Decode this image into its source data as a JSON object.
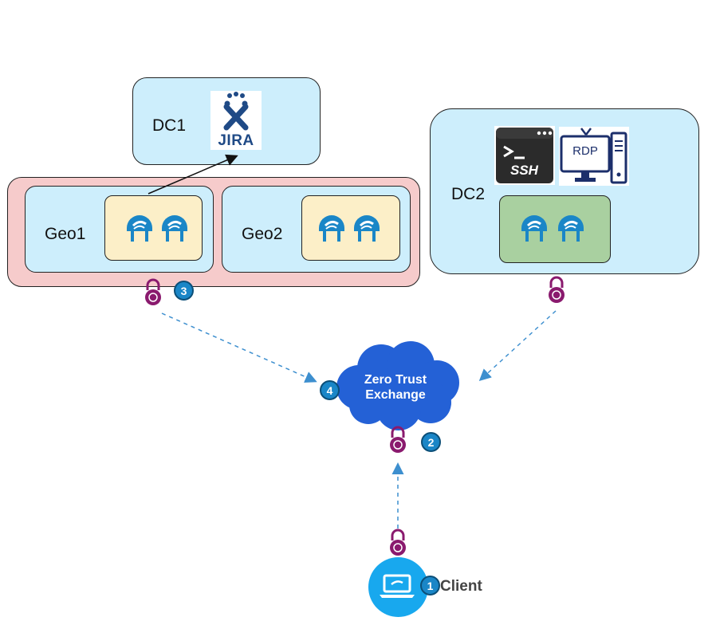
{
  "labels": {
    "dc1": "DC1",
    "dc2": "DC2",
    "geo1": "Geo1",
    "geo2": "Geo2",
    "client": "Client",
    "zte_line1": "Zero Trust",
    "zte_line2": "Exchange"
  },
  "apps": {
    "jira": "JIRA",
    "ssh": "SSH",
    "rdp": "RDP"
  },
  "badges": {
    "step1": "1",
    "step2": "2",
    "step3": "3",
    "step4": "4"
  },
  "colors": {
    "datacenter_fill": "#cdeefc",
    "cluster_fill": "#f6cbcb",
    "connector_group_fill": "#fcefc8",
    "dc2_connector_fill": "#a9d0a0",
    "cloud": "#2461d6",
    "lock": "#8a1a6e",
    "badge": "#1a86c7",
    "connector_icon": "#1a86c7",
    "arrow_dashed": "#3d8fcf"
  }
}
